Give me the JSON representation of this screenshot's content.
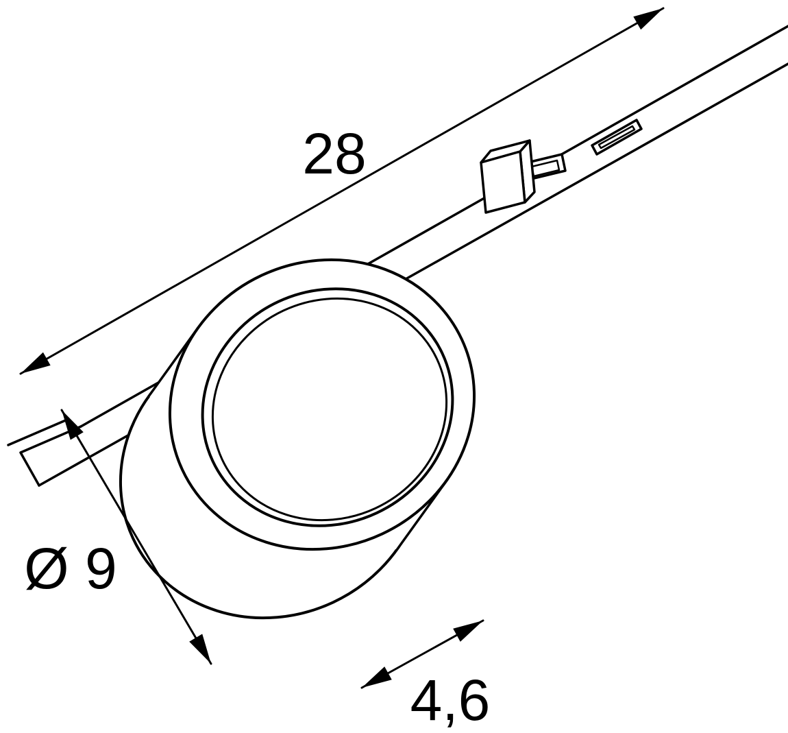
{
  "drawing": {
    "background_color": "#ffffff",
    "line_color": "#000000",
    "dimensions": {
      "track_length": "28",
      "head_diameter": "Ø 9",
      "head_depth": "4,6"
    }
  }
}
